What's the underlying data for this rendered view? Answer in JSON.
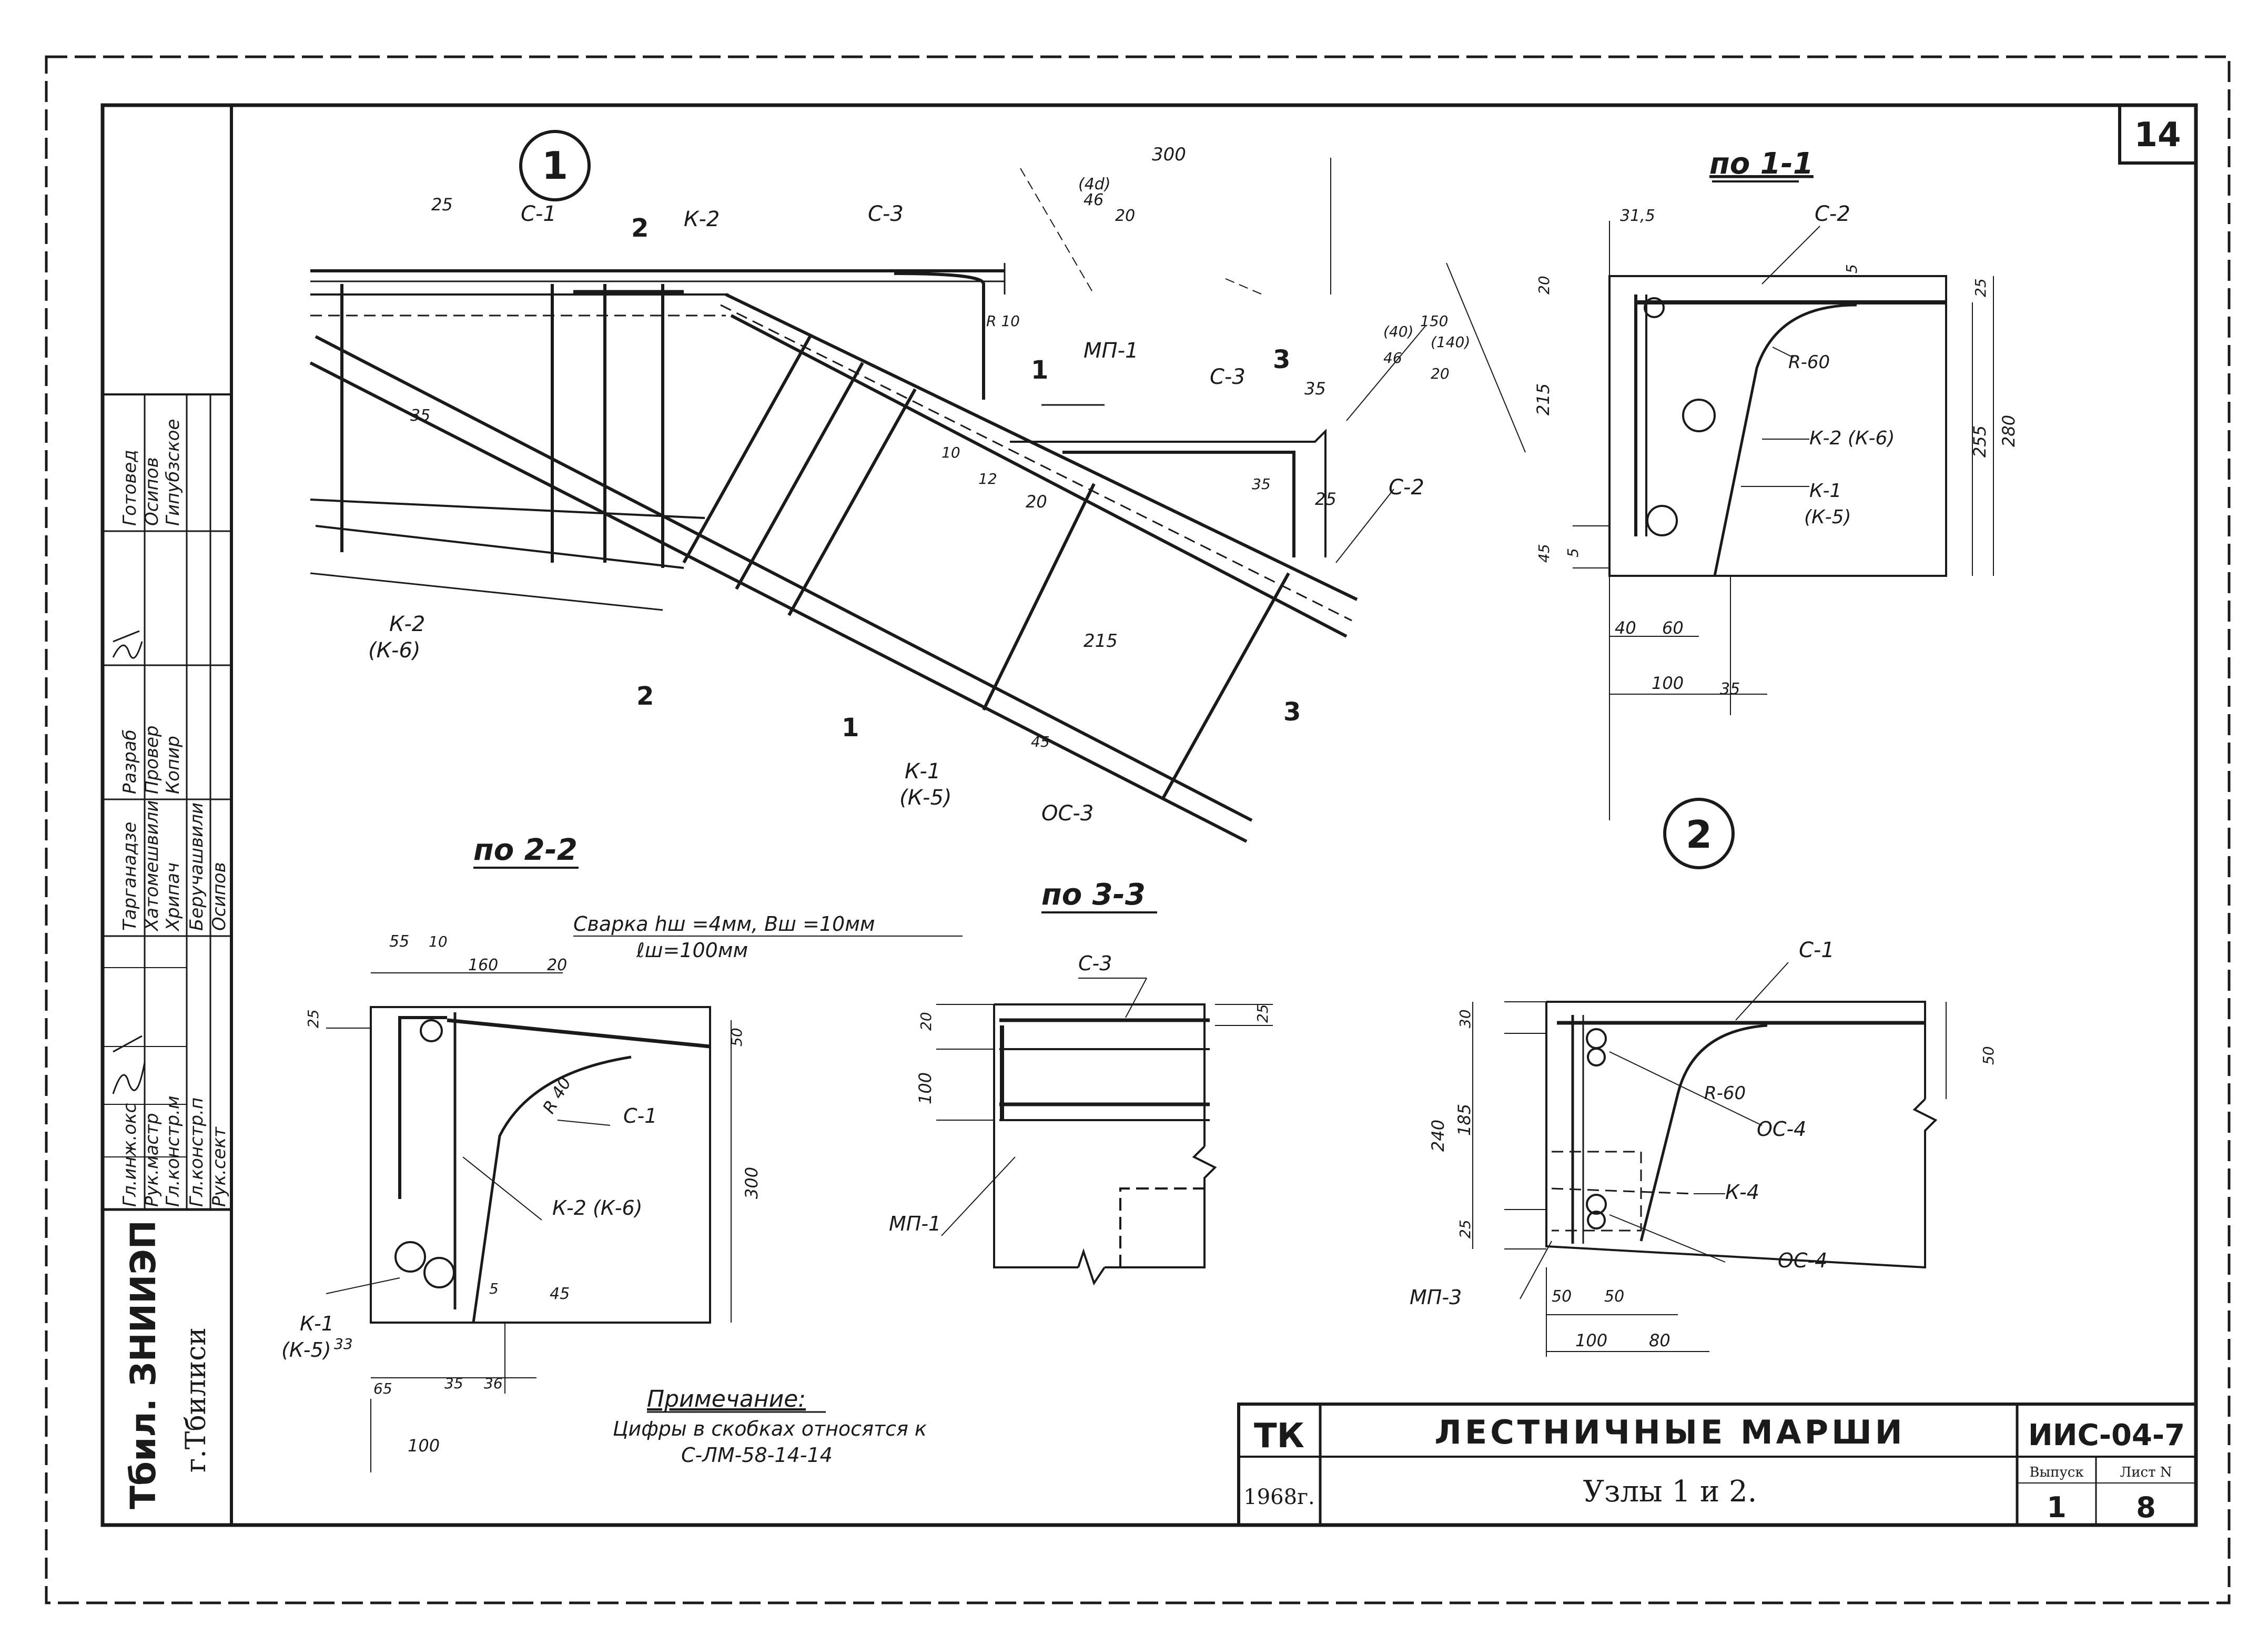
{
  "sheet": {
    "number": "14",
    "org": "Тбил. ЗНИИЭП",
    "city": "г.Тбилиси",
    "series_code": "ТК",
    "year": "1968г.",
    "title": "ЛЕСТНИЧНЫЕ МАРШИ",
    "subtitle": "Узлы 1 и 2.",
    "doc_code": "ИИС-04-7",
    "issue_label": "Выпуск",
    "issue_value": "1",
    "sheet_label": "Лист N",
    "sheet_value": "8"
  },
  "stamp": {
    "roles": [
      "Гл.инж.окс",
      "Рук.мастр",
      "Гл.констр.м",
      "Гл.констр.п",
      "Рук.сект"
    ],
    "names": [
      "Тарганадзе",
      "Хатомешвили",
      "Хрипач",
      "Беручашвили",
      "Осипов"
    ],
    "roles2": [
      "Разраб",
      "Провер",
      "Копир"
    ],
    "names2": [
      "Готовед",
      "Осипов",
      "Гипубзское"
    ]
  },
  "node1": {
    "marker": "1",
    "labels": [
      "С-1",
      "К-2",
      "С-3",
      "МП-1",
      "С-3",
      "С-2",
      "К-2",
      "(К-6)",
      "К-1",
      "(К-5)",
      "ОС-3"
    ],
    "section_marks": [
      "2",
      "2",
      "1",
      "1",
      "3",
      "3"
    ],
    "dims": [
      "25",
      "300",
      "(4d)",
      "46",
      "20",
      "R 10",
      "35",
      "10",
      "12",
      "20",
      "25",
      "35",
      "215",
      "35",
      "(40)",
      "150",
      "(140)",
      "46",
      "20",
      "45"
    ]
  },
  "sec11": {
    "title": "по 1-1",
    "labels": [
      "С-2",
      "R-60",
      "К-2 (К-6)",
      "К-1",
      "(К-5)"
    ],
    "dims": [
      "31,5",
      "20",
      "5",
      "25",
      "215",
      "255",
      "280",
      "45",
      "5",
      "40",
      "60",
      "100",
      "35"
    ]
  },
  "sec22": {
    "title": "по 2-2",
    "weld_line1": "Сварка hш =4мм, Bш =10мм",
    "weld_line2": "ℓш=100мм",
    "labels": [
      "R 40",
      "С-1",
      "К-2 (К-6)",
      "К-1",
      "(К-5)"
    ],
    "dims": [
      "55",
      "10",
      "160",
      "20",
      "25",
      "50",
      "300",
      "5",
      "45",
      "33",
      "65",
      "35",
      "36",
      "100"
    ]
  },
  "sec33": {
    "title": "по 3-3",
    "labels": [
      "С-3",
      "МП-1"
    ],
    "dims": [
      "20",
      "25",
      "100"
    ]
  },
  "node2": {
    "marker": "2",
    "labels": [
      "С-1",
      "R-60",
      "ОС-4",
      "К-4",
      "ОС-4",
      "МП-3"
    ],
    "dims": [
      "30",
      "50",
      "185",
      "240",
      "25",
      "50",
      "50",
      "100",
      "80"
    ]
  },
  "note": {
    "title": "Примечание:",
    "line1": "Цифры в скобках относятся к",
    "line2": "С-ЛМ-58-14-14"
  }
}
